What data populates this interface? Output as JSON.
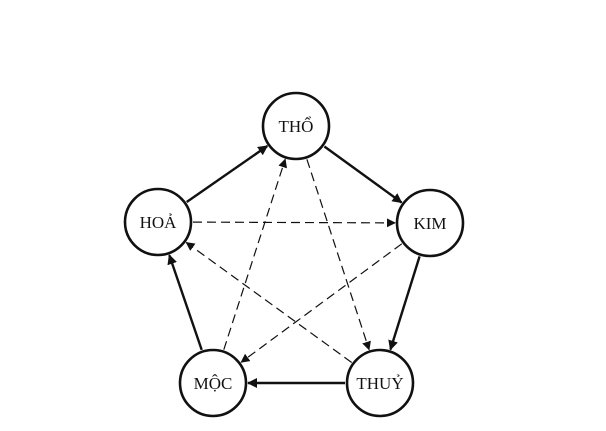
{
  "diagram": {
    "nodes": [
      {
        "id": "tho",
        "label": "THỔ"
      },
      {
        "id": "kim",
        "label": "KIM"
      },
      {
        "id": "thuy",
        "label": "THUỶ"
      },
      {
        "id": "moc",
        "label": "MỘC"
      },
      {
        "id": "hoa",
        "label": "HOẢ"
      }
    ],
    "generating_cycle": [
      {
        "from": "hoa",
        "to": "tho"
      },
      {
        "from": "tho",
        "to": "kim"
      },
      {
        "from": "kim",
        "to": "thuy"
      },
      {
        "from": "thuy",
        "to": "moc"
      },
      {
        "from": "moc",
        "to": "hoa"
      }
    ],
    "controlling_cycle": [
      {
        "from": "tho",
        "to": "thuy"
      },
      {
        "from": "thuy",
        "to": "hoa"
      },
      {
        "from": "hoa",
        "to": "kim"
      },
      {
        "from": "kim",
        "to": "moc"
      },
      {
        "from": "moc",
        "to": "tho"
      }
    ]
  }
}
